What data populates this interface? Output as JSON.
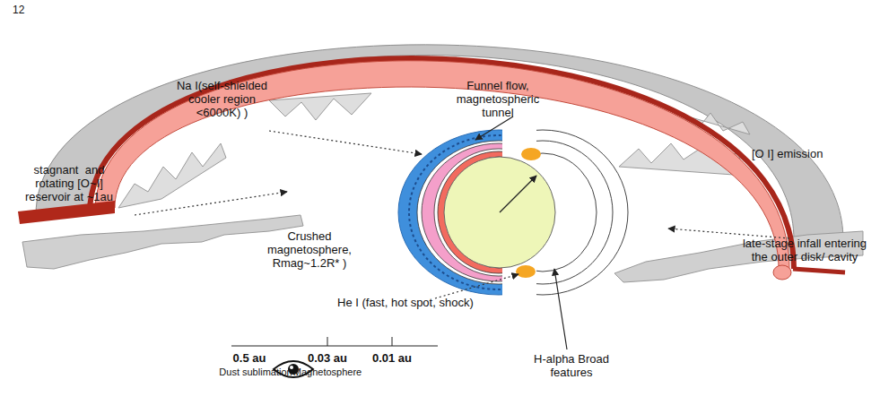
{
  "diagram": {
    "labels": [
      "12",
      "stagnant  and rotating [O~I] reservoir at ~1au",
      "Na I(self-shielded cooler region <6000K) )",
      "Funnel flow, magnetospheric tunnel",
      "[O I] emission",
      "Crushed magnetosphere, Rmag~1.2R* )",
      "late-stage infall entering the outer disk/ cavity",
      "He I (fast, hot spot, shock)",
      "H-alpha Broad features",
      "0.5 au",
      "Dust sublimation",
      "0.03 au",
      "Magnetosphere",
      "0.01 au"
    ]
  }
}
